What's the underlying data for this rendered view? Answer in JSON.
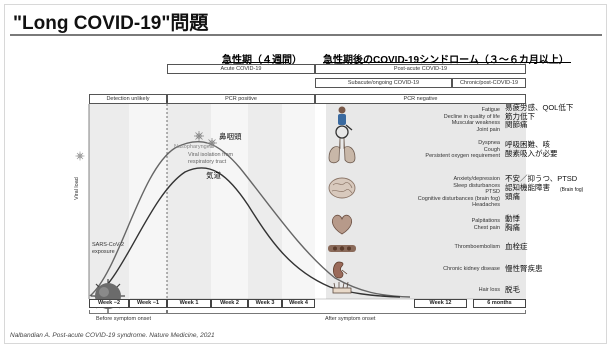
{
  "slide": {
    "title": "\"Long COVID-19\"問題",
    "header_acute": "急性期（４週間）",
    "header_post": "急性期後のCOVID-19シンドローム（３～６カ月以上）",
    "citation": "Nalbandian A. Post-acute COVID-19 syndrome. Nature Medicine, 2021"
  },
  "figure": {
    "acute_label": "Acute COVID-19",
    "post_acute_label": "Post-acute COVID-19",
    "subacute_label": "Subacute/ongoing COVID-19",
    "chronic_label": "Chronic/post-COVID-19",
    "detection_label": "Detection unlikely",
    "pcr_positive_label": "PCR positive",
    "pcr_negative_label": "PCR negative",
    "y_axis_label": "Viral load",
    "sars_label": "SARS-CoV-2\nexposure",
    "nasopharyngeal_label": "Nasopharyngeal",
    "respiratory_label": "Viral isolation from\nrespiratory tract",
    "nasopharyngeal_jp": "鼻咽頭",
    "airway_jp": "気道",
    "weeks": [
      "Week −2",
      "Week −1",
      "Week 1",
      "Week 2",
      "Week 3",
      "Week 4",
      "Week 12",
      "6 months"
    ],
    "before_onset": "Before symptom onset",
    "after_onset": "After symptom onset",
    "symptoms": [
      {
        "en": "Fatigue\nDecline in quality of life\nMuscular weakness\nJoint pain",
        "jp": "易疲労感、QOL低下\n筋力低下\n関節痛",
        "icon": "wheelchair-person-icon"
      },
      {
        "en": "Dyspnea\nCough\nPersistent oxygen requirement",
        "jp": "呼吸困難、咳\n酸素吸入が必要",
        "icon": "lungs-icon"
      },
      {
        "en": "Anxiety/depression\nSleep disturbances\nPTSD\nCognitive disturbances (brain fog)\nHeadaches",
        "jp": "不安／抑うつ、PTSD\n認知機能障害",
        "jp_small": "(Brain fog)",
        "jp_tail": "頭痛",
        "icon": "brain-icon"
      },
      {
        "en": "Palpitations\nChest pain",
        "jp": "動悸\n胸痛",
        "icon": "heart-icon"
      },
      {
        "en": "Thromboembolism",
        "jp": "血栓症",
        "icon": "blood-clot-icon"
      },
      {
        "en": "Chronic kidney disease",
        "jp": "慢性腎疾患",
        "icon": "kidney-icon"
      },
      {
        "en": "Hair loss",
        "jp": "脱毛",
        "icon": "hair-icon"
      }
    ]
  }
}
